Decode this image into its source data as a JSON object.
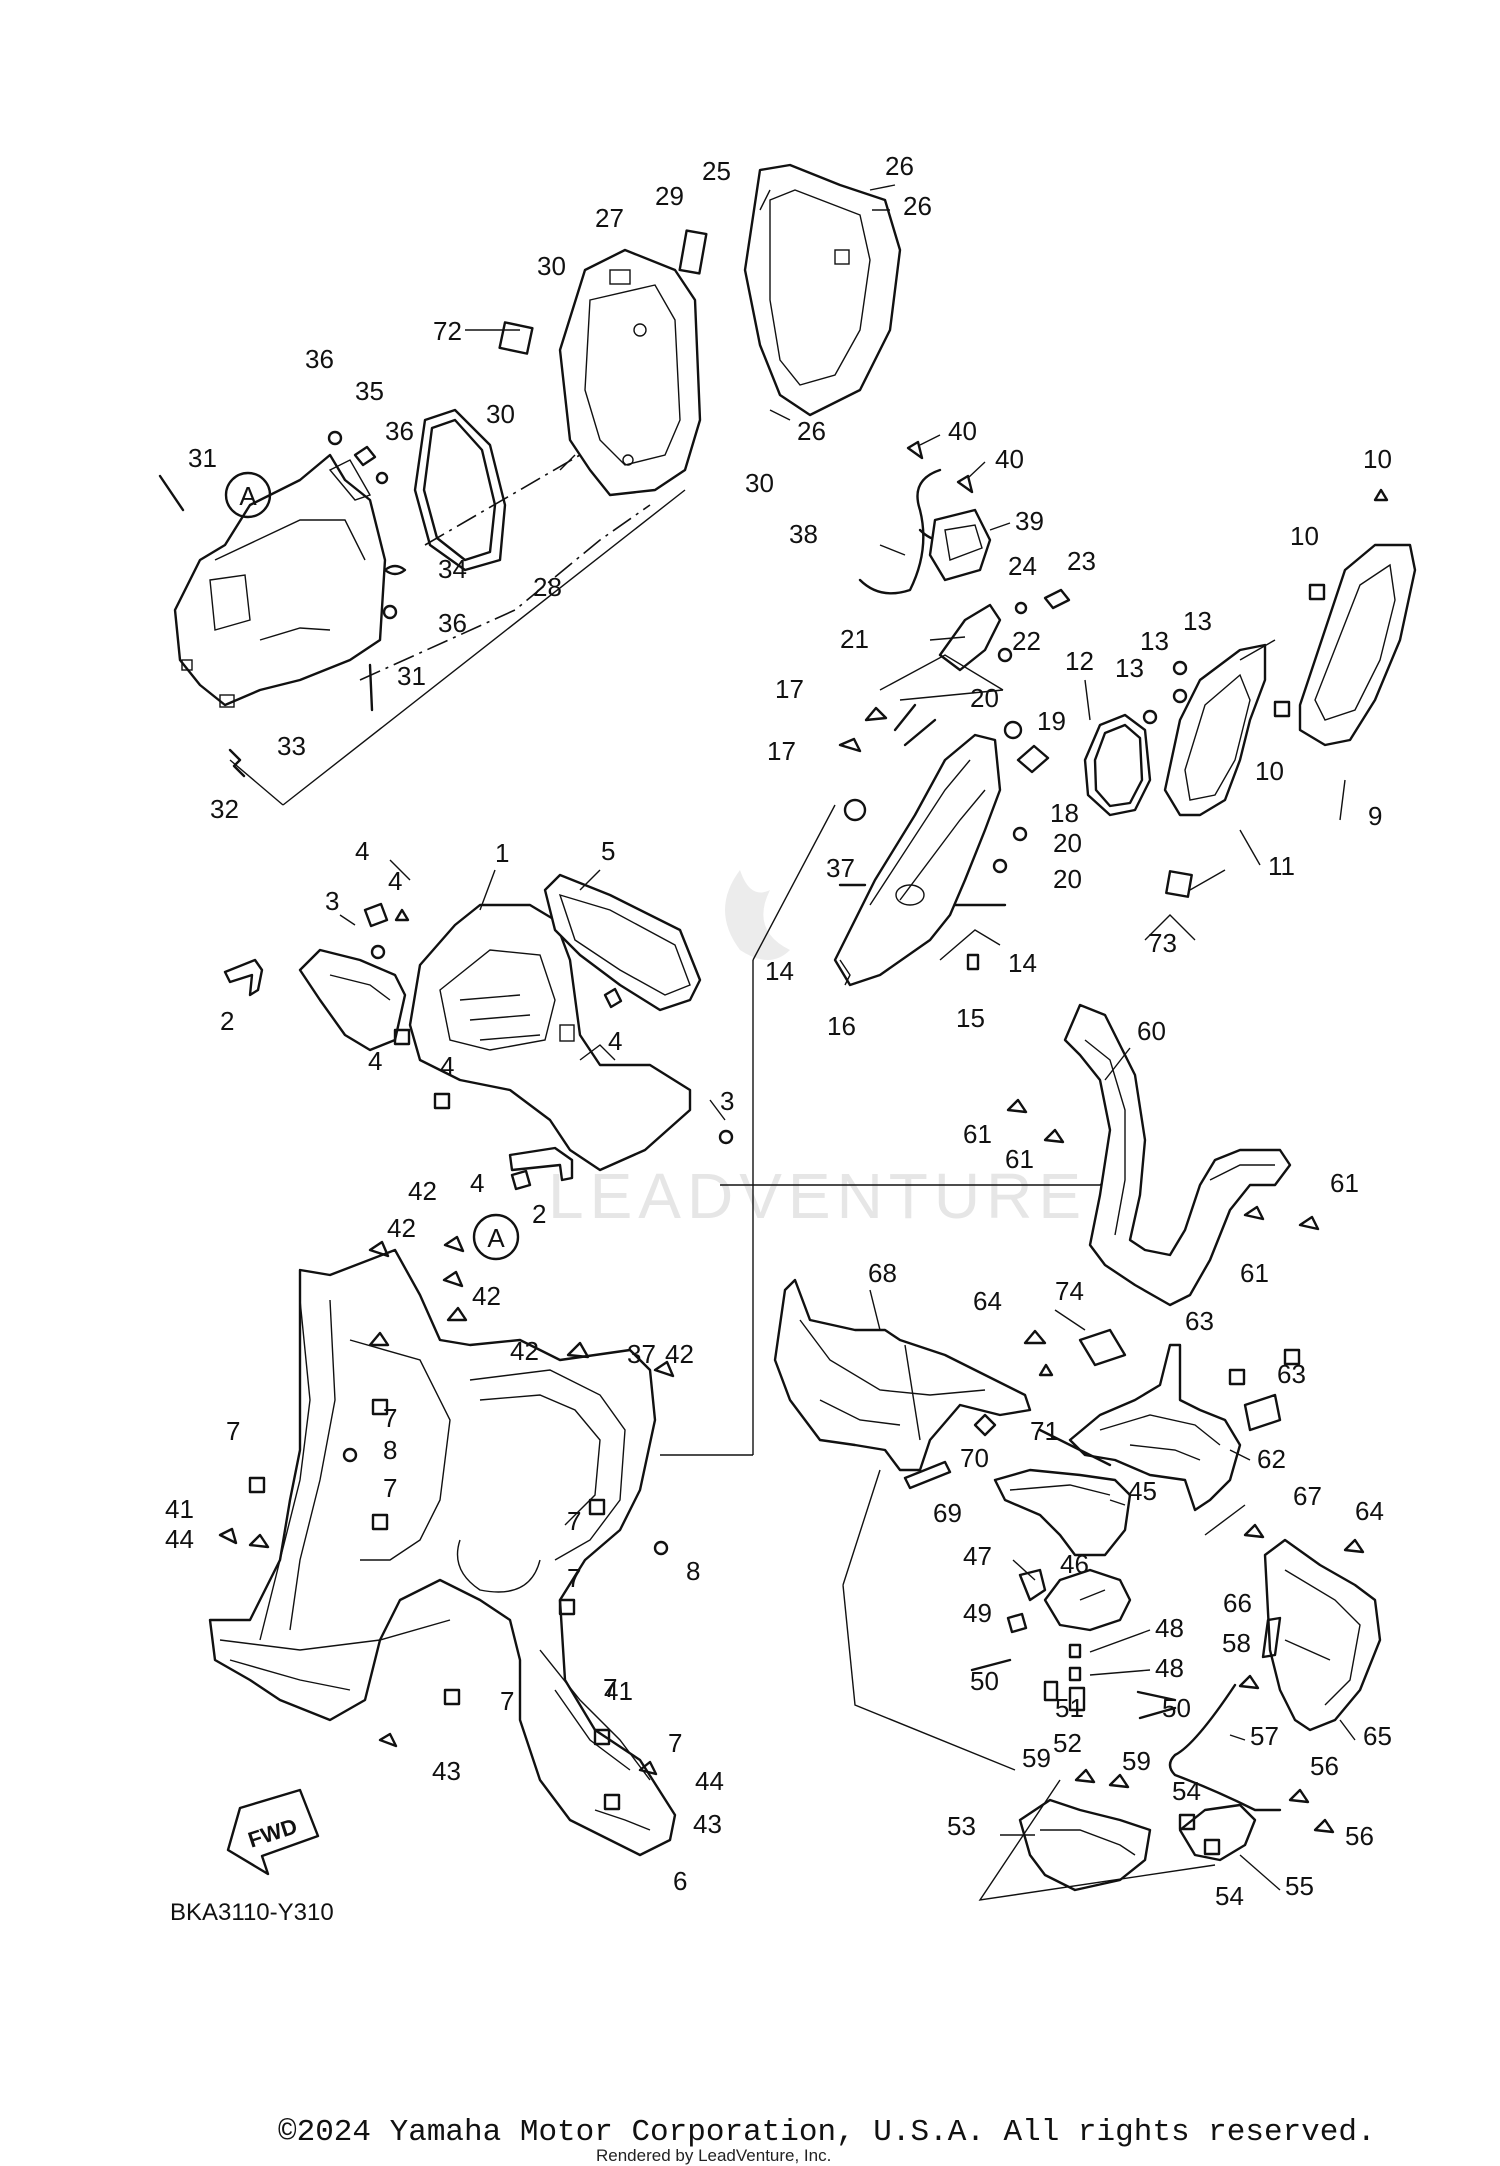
{
  "diagram": {
    "part_code": "BKA3110-Y310",
    "fwd_label": "FWD",
    "ref_marker": "A",
    "watermark": "LEADVENTURE",
    "callouts": [
      "1",
      "2",
      "2",
      "3",
      "3",
      "4",
      "4",
      "4",
      "4",
      "4",
      "4",
      "5",
      "6",
      "7",
      "7",
      "7",
      "7",
      "7",
      "7",
      "7",
      "7",
      "8",
      "8",
      "9",
      "10",
      "10",
      "10",
      "11",
      "12",
      "13",
      "13",
      "13",
      "14",
      "14",
      "15",
      "16",
      "17",
      "17",
      "18",
      "19",
      "20",
      "20",
      "20",
      "21",
      "22",
      "23",
      "24",
      "25",
      "26",
      "26",
      "26",
      "27",
      "28",
      "29",
      "30",
      "30",
      "30",
      "31",
      "31",
      "32",
      "33",
      "34",
      "35",
      "36",
      "36",
      "36",
      "37",
      "37",
      "38",
      "39",
      "40",
      "40",
      "41",
      "41",
      "42",
      "42",
      "42",
      "42",
      "42",
      "43",
      "43",
      "44",
      "44",
      "45",
      "46",
      "47",
      "48",
      "48",
      "49",
      "50",
      "50",
      "51",
      "52",
      "53",
      "54",
      "54",
      "55",
      "56",
      "56",
      "57",
      "58",
      "59",
      "59",
      "60",
      "61",
      "61",
      "61",
      "61",
      "62",
      "63",
      "63",
      "64",
      "64",
      "65",
      "66",
      "67",
      "68",
      "69",
      "70",
      "71",
      "72",
      "73",
      "74"
    ]
  },
  "footer": {
    "copyright": "©2024 Yamaha Motor Corporation, U.S.A. All rights reserved.",
    "rendered_by": "Rendered by LeadVenture, Inc."
  }
}
